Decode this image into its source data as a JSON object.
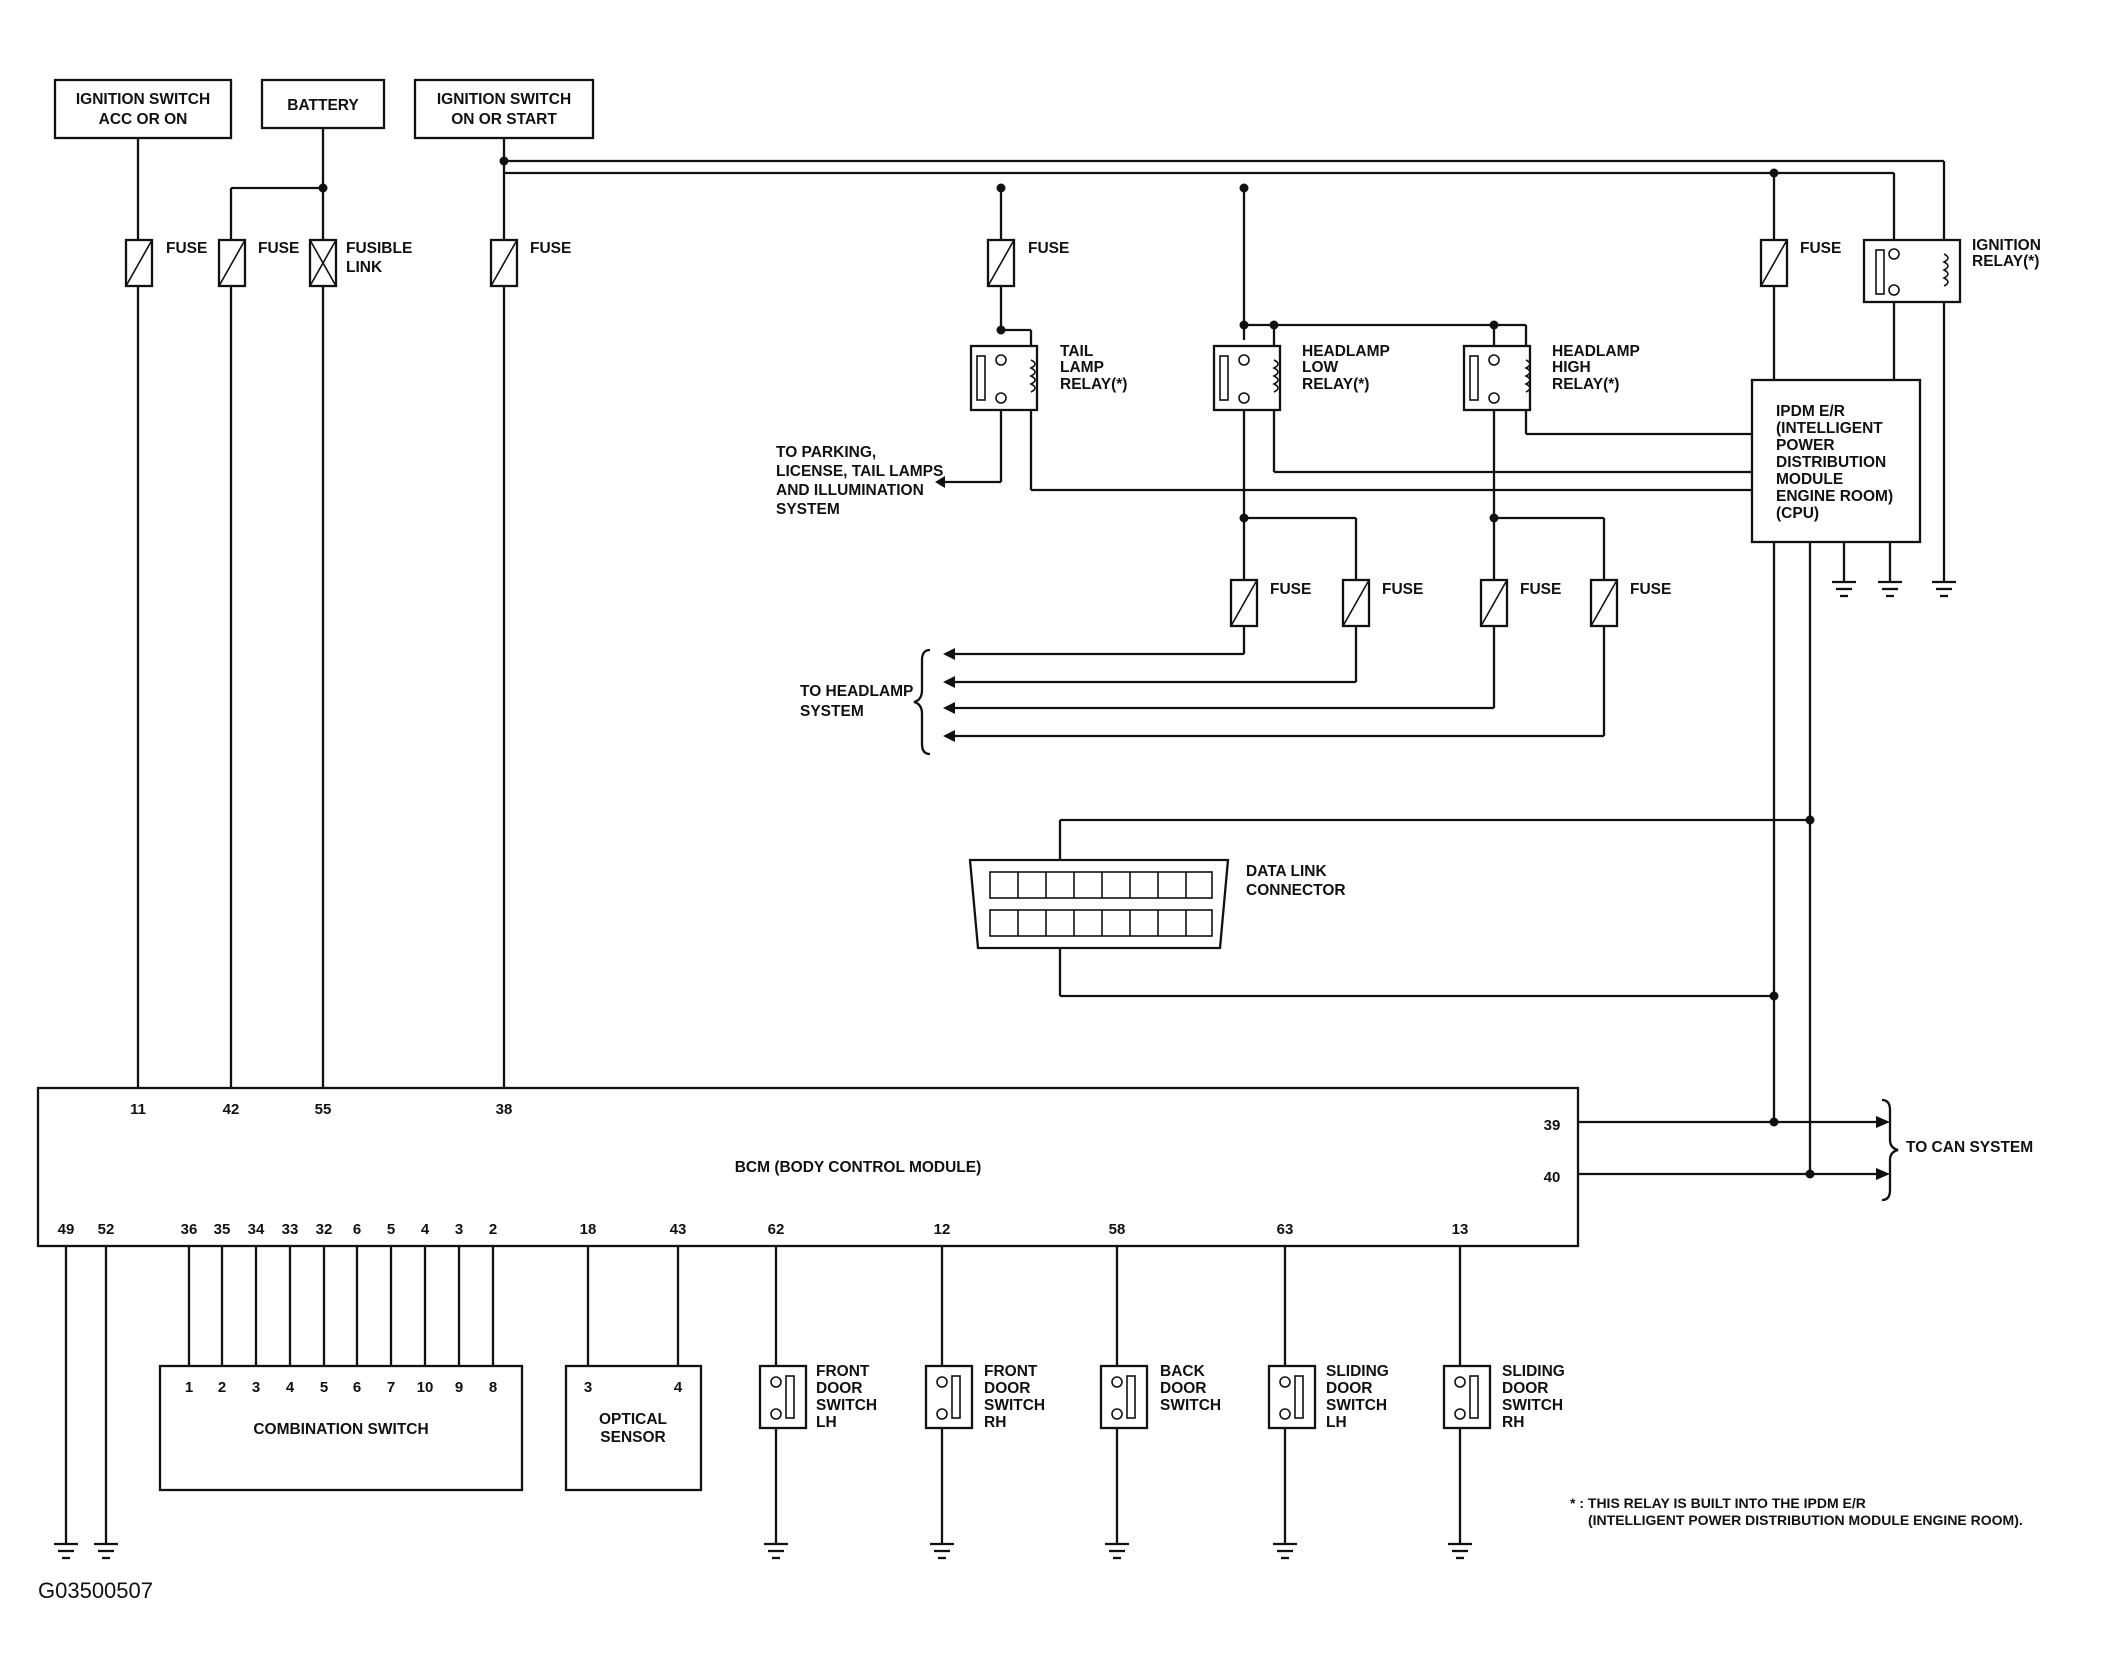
{
  "sources": {
    "ign_acc_on": [
      "IGNITION SWITCH",
      "ACC OR ON"
    ],
    "battery": "BATTERY",
    "ign_on_start": [
      "IGNITION SWITCH",
      "ON OR START"
    ]
  },
  "fuse_label": "FUSE",
  "fusible_link": [
    "FUSIBLE",
    "LINK"
  ],
  "relays": {
    "tail": [
      "TAIL",
      "LAMP",
      "RELAY(*)"
    ],
    "head_low": [
      "HEADLAMP",
      "LOW",
      "RELAY(*)"
    ],
    "head_high": [
      "HEADLAMP",
      "HIGH",
      "RELAY(*)"
    ],
    "ignition": [
      "IGNITION",
      "RELAY(*)"
    ]
  },
  "ipdm": [
    "IPDM E/R",
    "(INTELLIGENT",
    "POWER",
    "DISTRIBUTION",
    "MODULE",
    "ENGINE ROOM)",
    "(CPU)"
  ],
  "to_parking": [
    "TO PARKING,",
    "LICENSE, TAIL LAMPS",
    "AND ILLUMINATION",
    "SYSTEM"
  ],
  "to_headlamp": [
    "TO HEADLAMP",
    "SYSTEM"
  ],
  "data_link": [
    "DATA LINK",
    "CONNECTOR"
  ],
  "bcm": {
    "label": "BCM (BODY CONTROL MODULE)",
    "top_pins": [
      "11",
      "42",
      "55",
      "38"
    ],
    "right_pins": [
      "39",
      "40"
    ],
    "bottom_pins": [
      "49",
      "52",
      "36",
      "35",
      "34",
      "33",
      "32",
      "6",
      "5",
      "4",
      "3",
      "2",
      "18",
      "43",
      "62",
      "12",
      "58",
      "63",
      "13"
    ]
  },
  "to_can": "TO CAN SYSTEM",
  "combination_switch": {
    "label": "COMBINATION SWITCH",
    "pins": [
      "1",
      "2",
      "3",
      "4",
      "5",
      "6",
      "7",
      "10",
      "9",
      "8"
    ]
  },
  "optical_sensor": {
    "label": [
      "OPTICAL",
      "SENSOR"
    ],
    "pins": [
      "3",
      "4"
    ]
  },
  "switches": {
    "front_lh": [
      "FRONT",
      "DOOR",
      "SWITCH",
      "LH"
    ],
    "front_rh": [
      "FRONT",
      "DOOR",
      "SWITCH",
      "RH"
    ],
    "back": [
      "BACK",
      "DOOR",
      "SWITCH"
    ],
    "sliding_lh": [
      "SLIDING",
      "DOOR",
      "SWITCH",
      "LH"
    ],
    "sliding_rh": [
      "SLIDING",
      "DOOR",
      "SWITCH",
      "RH"
    ]
  },
  "footnote": [
    "* : THIS RELAY IS BUILT INTO THE IPDM E/R",
    "(INTELLIGENT POWER DISTRIBUTION MODULE ENGINE ROOM)."
  ],
  "figure_code": "G03500507"
}
